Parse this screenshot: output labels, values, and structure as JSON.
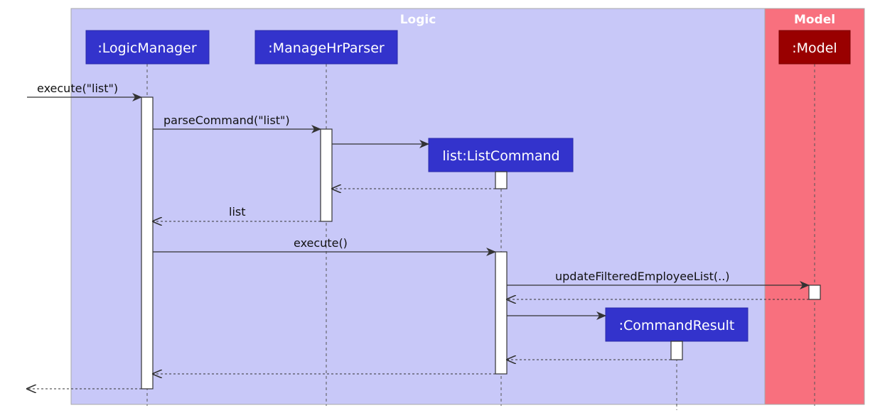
{
  "groups": {
    "logic": {
      "label": "Logic",
      "color": "#c8c8f8"
    },
    "model": {
      "label": "Model",
      "color": "#f8707e"
    }
  },
  "participants": {
    "logic_manager": ":LogicManager",
    "parser": ":ManageHrParser",
    "list_command": "list:ListCommand",
    "command_result": ":CommandResult",
    "model": ":Model"
  },
  "messages": {
    "execute_list": "execute(\"list\")",
    "parse_command": "parseCommand(\"list\")",
    "create_list_command": "",
    "list_return": "list",
    "execute": "execute()",
    "update_filtered": "updateFilteredEmployeeList(..)",
    "model_return": "",
    "create_result": "",
    "result_return": "",
    "execute_return": "",
    "final_return": ""
  },
  "colors": {
    "participant_fill": "#3333cc",
    "model_participant_fill": "#990000",
    "activation_fill": "#ffffff",
    "line": "#333333"
  }
}
